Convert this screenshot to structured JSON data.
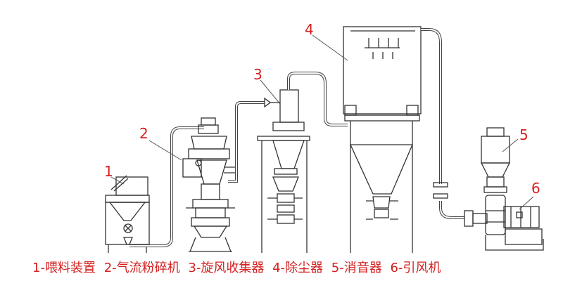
{
  "diagram": {
    "line_color": "#333333",
    "label_color": "#d42020",
    "callouts": [
      {
        "id": "feeder",
        "number": "1"
      },
      {
        "id": "jet-mill",
        "number": "2"
      },
      {
        "id": "cyclone-collector",
        "number": "3"
      },
      {
        "id": "dust-collector",
        "number": "4"
      },
      {
        "id": "silencer",
        "number": "5"
      },
      {
        "id": "induced-draft-fan",
        "number": "6"
      }
    ],
    "legend": [
      {
        "number": "1",
        "name": "喂料装置"
      },
      {
        "number": "2",
        "name": "气流粉碎机"
      },
      {
        "number": "3",
        "name": "旋风收集器"
      },
      {
        "number": "4",
        "name": "除尘器"
      },
      {
        "number": "5",
        "name": "消音器"
      },
      {
        "number": "6",
        "name": "引风机"
      }
    ]
  }
}
